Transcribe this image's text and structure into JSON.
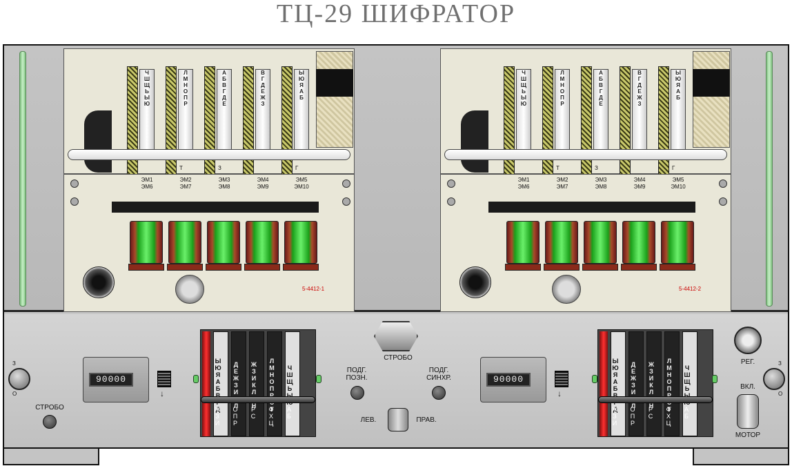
{
  "title": "ТЦ-29   ШИФРАТОР",
  "units": [
    {
      "id": "left",
      "plate_number": "5-4412-1",
      "em_labels": [
        [
          "ЭМ1",
          "ЭМ6"
        ],
        [
          "ЭМ2",
          "ЭМ7"
        ],
        [
          "ЭМ3",
          "ЭМ8"
        ],
        [
          "ЭМ4",
          "ЭМ9"
        ],
        [
          "ЭМ5",
          "ЭМ10"
        ]
      ],
      "drums": [
        "ЧШЩЬЫЮ",
        "ЛМНОПР",
        "АБВГДЕ",
        "ВГДЕЖЗ",
        "ЫЮЯАБ"
      ],
      "bottom_letters": [
        "Т",
        "З",
        "Г"
      ]
    },
    {
      "id": "right",
      "plate_number": "5-4412-2",
      "em_labels": [
        [
          "ЭМ1",
          "ЭМ6"
        ],
        [
          "ЭМ2",
          "ЭМ7"
        ],
        [
          "ЭМ3",
          "ЭМ8"
        ],
        [
          "ЭМ4",
          "ЭМ9"
        ],
        [
          "ЭМ5",
          "ЭМ10"
        ]
      ],
      "drums": [
        "ЧШЩЬЫЮ",
        "ЛМНОПР",
        "АБВГДЕ",
        "ВГДЕЖЗ",
        "ЫЮЯАБ"
      ],
      "bottom_letters": [
        "Т",
        "З",
        "Г"
      ]
    }
  ],
  "controls": {
    "left_knob_top": "З",
    "left_knob_bottom": "О",
    "strobe_left_label": "СТРОБО",
    "counter_left": "90000",
    "counter_right": "90000",
    "strobe_meter_label": "СТРОБО",
    "podg_pozn_label": "ПОДГ.\nПОЗН.",
    "podg_sinhr_label": "ПОДГ.\nСИНХР.",
    "lev_label": "ЛЕВ.",
    "prav_label": "ПРАВ.",
    "reg_label": "РЕГ.",
    "vkl_label": "ВКЛ.",
    "motor_label": "МОТОР",
    "right_knob_top": "З",
    "right_knob_bottom": "О"
  },
  "wheels_left": {
    "upper": [
      "ЫЮЯАБВГД",
      "ДЕЖЗИКЛ",
      "ЖЗИКЛМН",
      "ЛМНОПРСТ",
      "ЧШЩЬЫЮ"
    ],
    "lower": [
      "ЖЗИ",
      "ОПР",
      "РС",
      "ФХЦ",
      "АБ"
    ]
  },
  "wheels_right": {
    "upper": [
      "ЫЮЯАБВГД",
      "ДЕЖЗИКЛ",
      "ЖЗИКЛМН",
      "ЛМНОПРСТ",
      "ЧШЩЬЫЮ"
    ],
    "lower": [
      "ЖЗИ",
      "ОПР",
      "РС",
      "ФХЦ",
      "АБ"
    ]
  },
  "colors": {
    "coil_green": "#33cc33",
    "coil_brown": "#8a2a1a",
    "accent_red": "#cc2020",
    "rail_green": "#9fd89f"
  }
}
